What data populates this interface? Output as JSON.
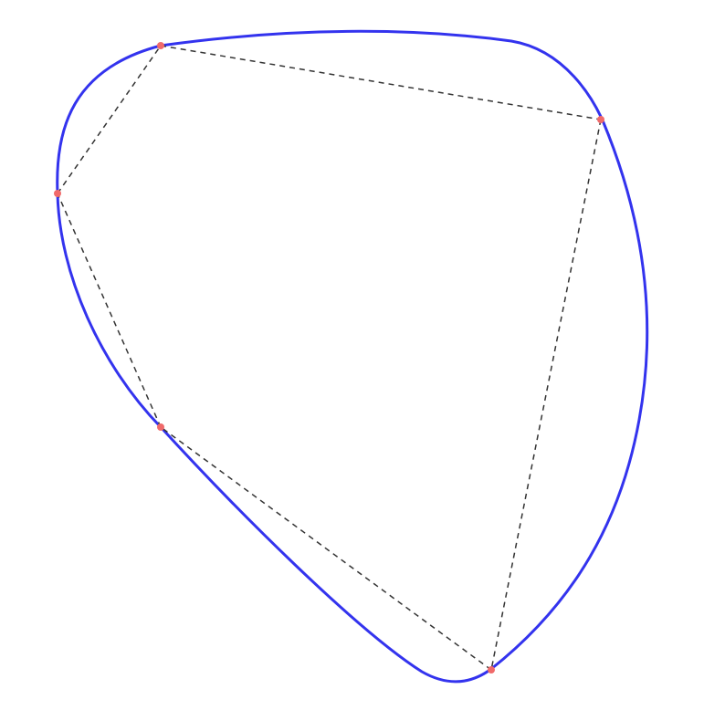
{
  "diagram": {
    "type": "closed-spline-through-polygon",
    "colors": {
      "curve": "#3333ee",
      "polygon": "#333333",
      "vertex": "#f06a6a",
      "background": "#ffffff"
    },
    "curve_style": "smooth closed curve through vertices",
    "polygon_style": "dashed",
    "vertex_count": 5
  }
}
